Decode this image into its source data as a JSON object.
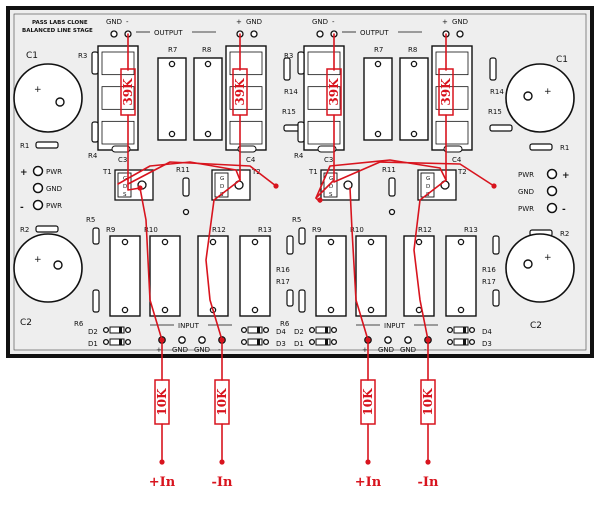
{
  "board": {
    "title_line1": "PASS LABS CLONE",
    "title_line2": "BALANCED LINE STAGE",
    "output_label": "OUTPUT",
    "input_label": "INPUT",
    "gnd": "GND",
    "plus": "+",
    "minus": "-",
    "power": {
      "pwr_plus": "PWR",
      "gnd": "GND",
      "pwr_minus": "PWR"
    },
    "resistors": {
      "r1": "R1",
      "r2": "R2",
      "r3": "R3",
      "r4": "R4",
      "r5": "R5",
      "r6": "R6",
      "r7": "R7",
      "r8": "R8",
      "r9": "R9",
      "r10": "R10",
      "r11": "R11",
      "r12": "R12",
      "r13": "R13",
      "r14": "R14",
      "r15": "R15",
      "r16": "R16",
      "r17": "R17"
    },
    "caps": {
      "c1": "C1",
      "c2": "C2",
      "c3": "C3",
      "c4": "C4"
    },
    "transistors": {
      "t1": "T1",
      "t2": "T2",
      "pins": "G D S"
    },
    "diodes": {
      "d1": "D1",
      "d2": "D2",
      "d3": "D3",
      "d4": "D4"
    }
  },
  "annotations": {
    "output_resistor": "39K",
    "input_resistor": "10K",
    "inputs": [
      "+In",
      "-In",
      "+In",
      "-In"
    ]
  },
  "colors": {
    "board_bg": "#eeeeee",
    "ink": "#111111",
    "pen": "#d8141e"
  }
}
